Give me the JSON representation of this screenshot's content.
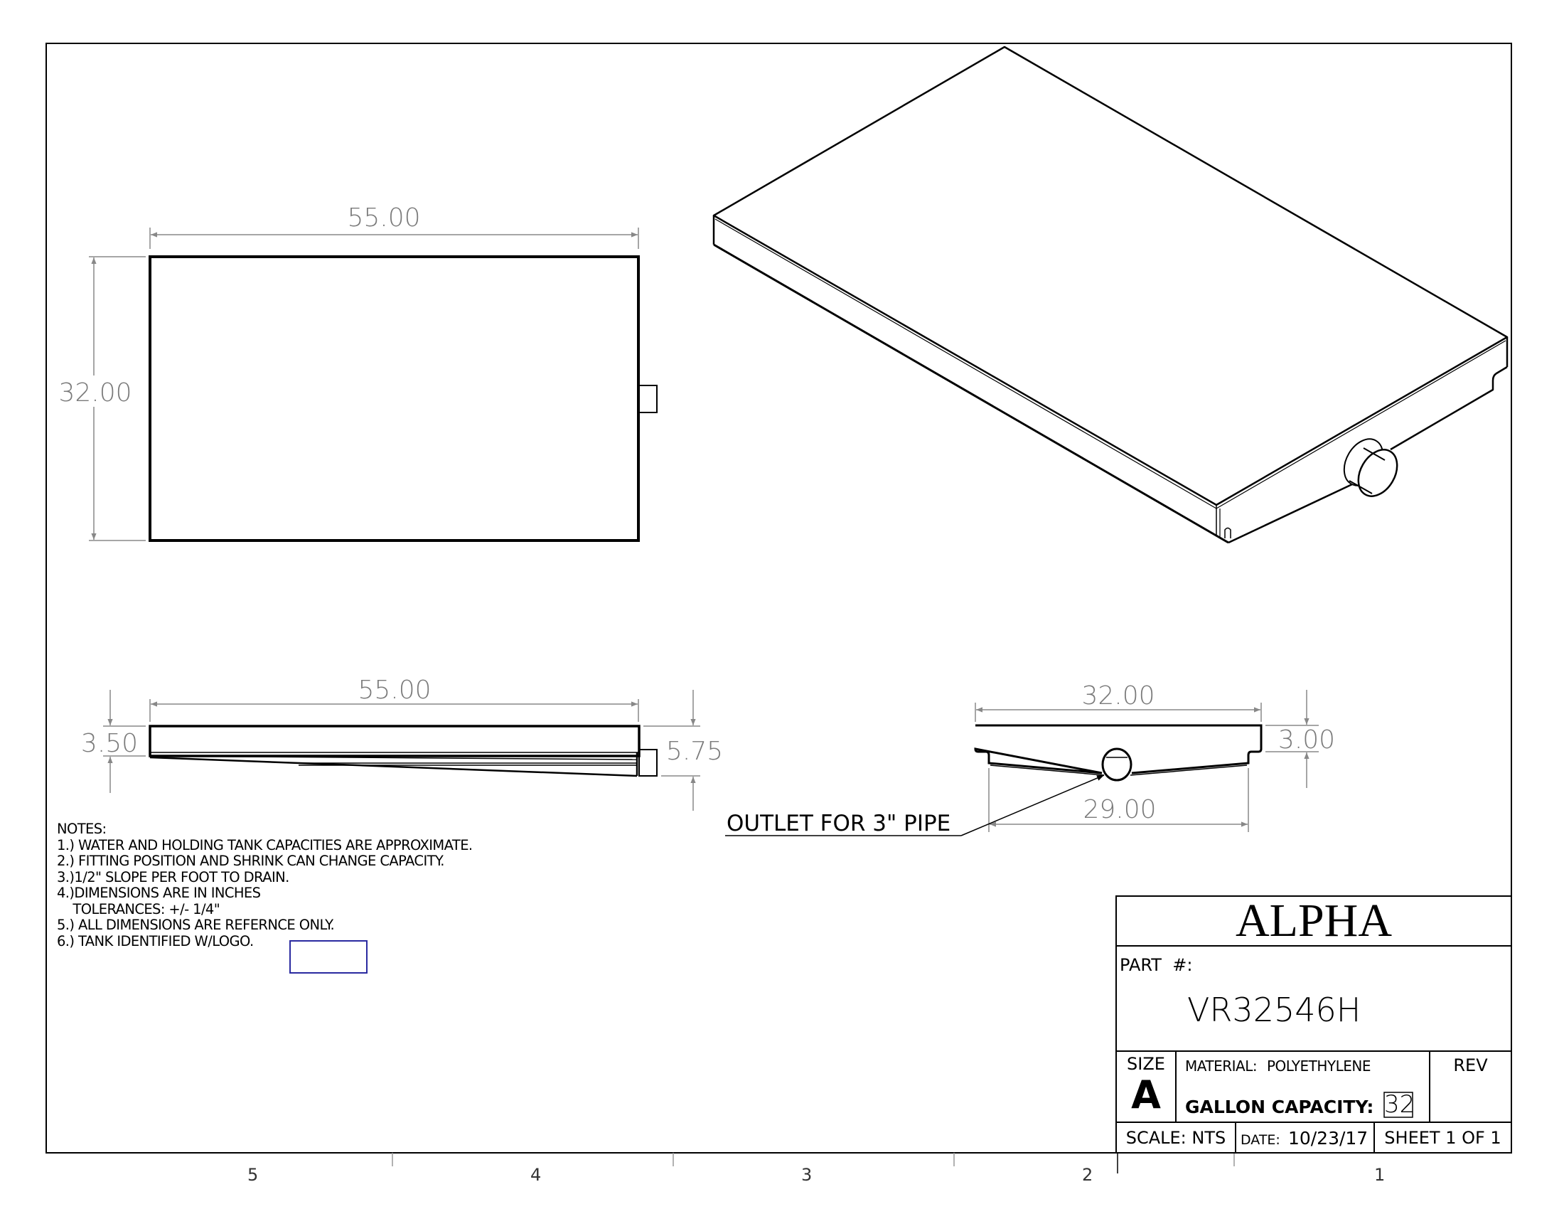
{
  "drawing": {
    "title_block": {
      "company": "ALPHA",
      "part_label": "PART  #:",
      "part_number": "VR32546H",
      "size_label": "SIZE",
      "size_value": "A",
      "material_label": "MATERIAL:",
      "material_value": "POLYETHYLENE",
      "rev_label": "REV",
      "capacity_label": "GALLON CAPACITY:",
      "capacity_value": "32",
      "scale_label": "SCALE: NTS",
      "date_label": "DATE:",
      "date_value": "10/23/17",
      "sheet_label": "SHEET 1 OF 1"
    },
    "notes": {
      "heading": "NOTES:",
      "items": [
        "1.) WATER AND HOLDING TANK CAPACITIES ARE APPROXIMATE.",
        "2.) FITTING POSITION AND SHRINK CAN CHANGE CAPACITY.",
        "3.)1/2\" SLOPE PER FOOT TO DRAIN.",
        "4.)DIMENSIONS ARE IN INCHES",
        "    TOLERANCES: +/- 1/4\"",
        "5.) ALL DIMENSIONS ARE REFERNCE ONLY.",
        "6.) TANK IDENTIFIED W/LOGO."
      ]
    },
    "views": {
      "top": {
        "length": "55.00",
        "width": "32.00"
      },
      "front": {
        "length": "55.00",
        "height_shallow": "3.50",
        "height_deep": "5.75"
      },
      "side": {
        "width": "32.00",
        "height": "3.00",
        "bottom_width": "29.00",
        "callout": "OUTLET FOR 3\" PIPE"
      }
    },
    "zones": [
      "5",
      "4",
      "3",
      "2",
      "1"
    ],
    "colors": {
      "line": "#000000",
      "dimension": "#7a7a7a",
      "logo_box": "#2a2aa0"
    }
  }
}
